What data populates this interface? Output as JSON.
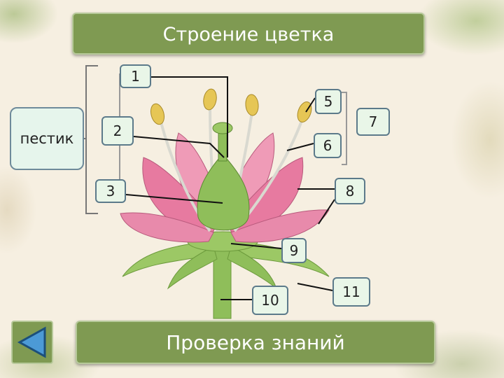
{
  "title": "Строение цветка",
  "footer": "Проверка знаний",
  "pestik": "пестик",
  "labels": {
    "l1": "1",
    "l2": "2",
    "l3": "3",
    "l5": "5",
    "l6": "6",
    "l7": "7",
    "l8": "8",
    "l9": "9",
    "l10": "10",
    "l11": "11"
  },
  "colors": {
    "bar": "#7f9a52",
    "label_fill": "#e9f6e8",
    "petal": "#e77aa0",
    "green": "#8fbe5a"
  }
}
